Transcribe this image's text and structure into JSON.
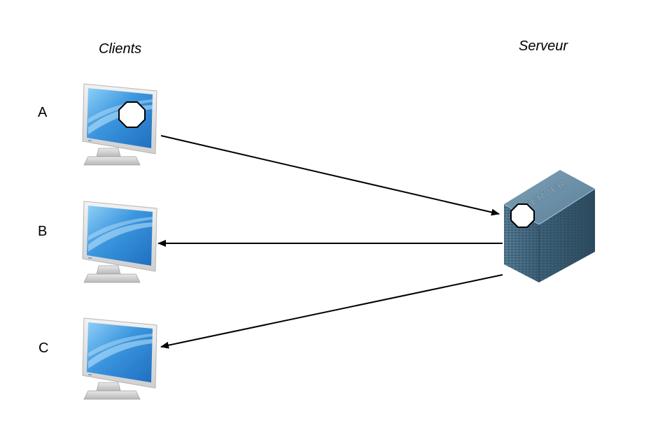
{
  "headings": {
    "clients": "Clients",
    "server": "Serveur"
  },
  "clients": [
    {
      "label": "A",
      "icon": "monitor-icon",
      "has_token": true
    },
    {
      "label": "B",
      "icon": "monitor-icon",
      "has_token": false
    },
    {
      "label": "C",
      "icon": "monitor-icon",
      "has_token": false
    }
  ],
  "server": {
    "icon": "server-tower-icon",
    "engraving": "SERVER",
    "has_token": true
  },
  "arrows": [
    {
      "from": "A",
      "to": "server"
    },
    {
      "from": "server",
      "to": "B"
    },
    {
      "from": "server",
      "to": "C"
    }
  ],
  "colors": {
    "screen_blue": "#2b82cf",
    "screen_light": "#7cc3f2",
    "monitor_bezel": "#e6e6e6",
    "server_body": "#3f6680",
    "arrow": "#000000"
  }
}
